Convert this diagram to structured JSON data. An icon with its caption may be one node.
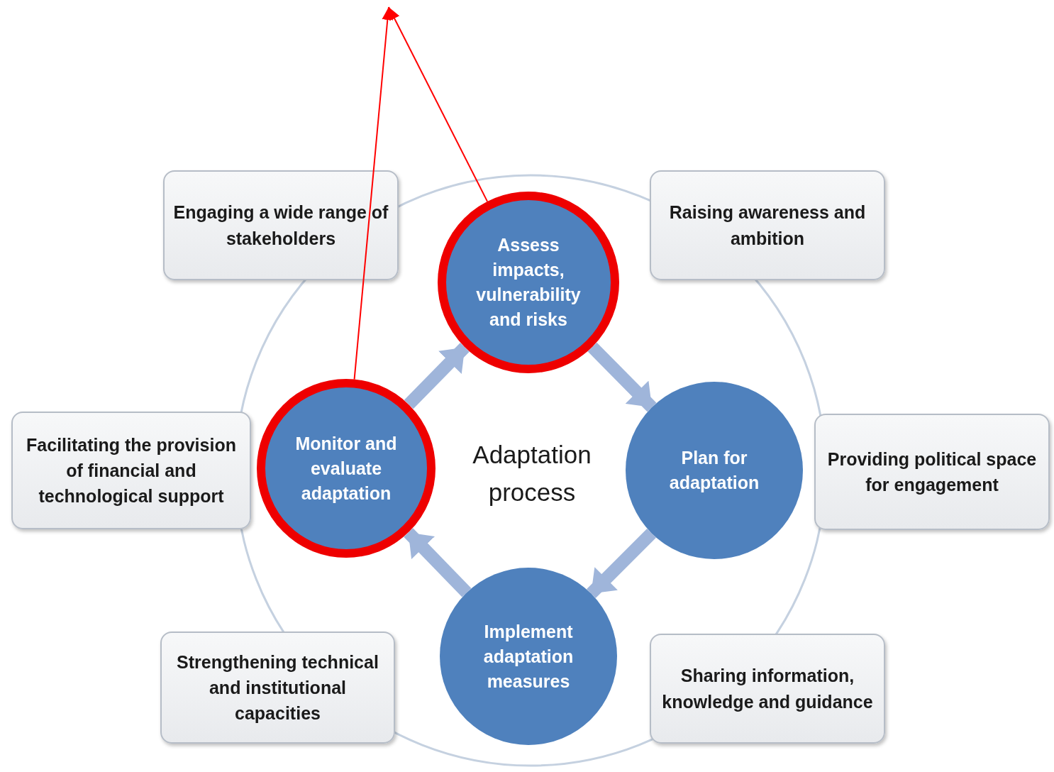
{
  "diagram": {
    "nodes": [
      {
        "text": [
          "Engaging a wide range of stakeholders"
        ]
      },
      {
        "text": [
          "Raising awareness and ambition"
        ]
      },
      {
        "text": [
          "Assess impacts, vulnerability and risks"
        ]
      },
      {
        "text": [
          "Facilitating the provision of financial and technological support"
        ]
      },
      {
        "text": [
          "Monitor and evaluate adaptation"
        ]
      },
      {
        "text": [
          "Plan for adaptation"
        ]
      },
      {
        "text": [
          "Providing political space for engagement"
        ]
      },
      {
        "text": [
          "Strengthening technical and institutional capacities"
        ]
      },
      {
        "text": [
          "Implement adaptation measures"
        ]
      },
      {
        "text": [
          "Sharing information, knowledge and guidance"
        ]
      }
    ],
    "edges": [
      {
        "from": 2,
        "to": 5,
        "arrow": "to"
      },
      {
        "from": 5,
        "to": 8,
        "arrow": "to"
      },
      {
        "from": 8,
        "to": 4,
        "arrow": "to"
      },
      {
        "from": 4,
        "to": 2,
        "arrow": "to"
      },
      {
        "from": 4,
        "to": null,
        "arrow": "to",
        "color": "#ff0000"
      },
      {
        "from": 2,
        "to": null,
        "arrow": "to",
        "color": "#ff0000"
      }
    ],
    "labels": [
      "Adaptation process"
    ]
  }
}
